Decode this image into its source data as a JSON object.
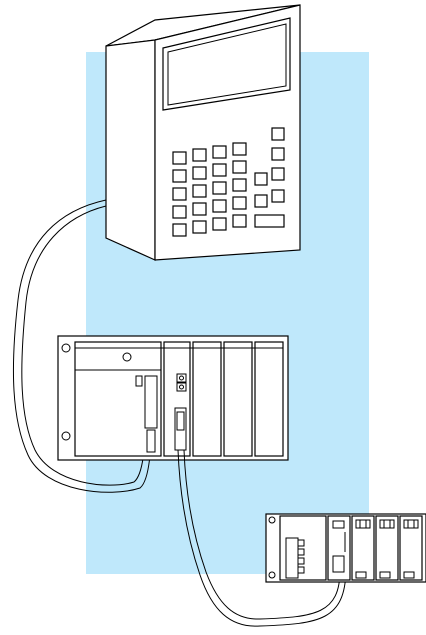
{
  "figure": {
    "panel_color": "#bfe8fb",
    "line_color": "#000000",
    "fill_color": "#ffffff",
    "components": [
      {
        "name": "operator-interface-panel",
        "icon": "keypad-terminal-icon"
      },
      {
        "name": "main-plc-base",
        "icon": "plc-rack-icon"
      },
      {
        "name": "remote-io-base",
        "icon": "io-rack-icon"
      }
    ],
    "connections": [
      {
        "from": "operator-interface-panel",
        "to": "main-plc-base"
      },
      {
        "from": "main-plc-base",
        "to": "remote-io-base"
      }
    ]
  }
}
